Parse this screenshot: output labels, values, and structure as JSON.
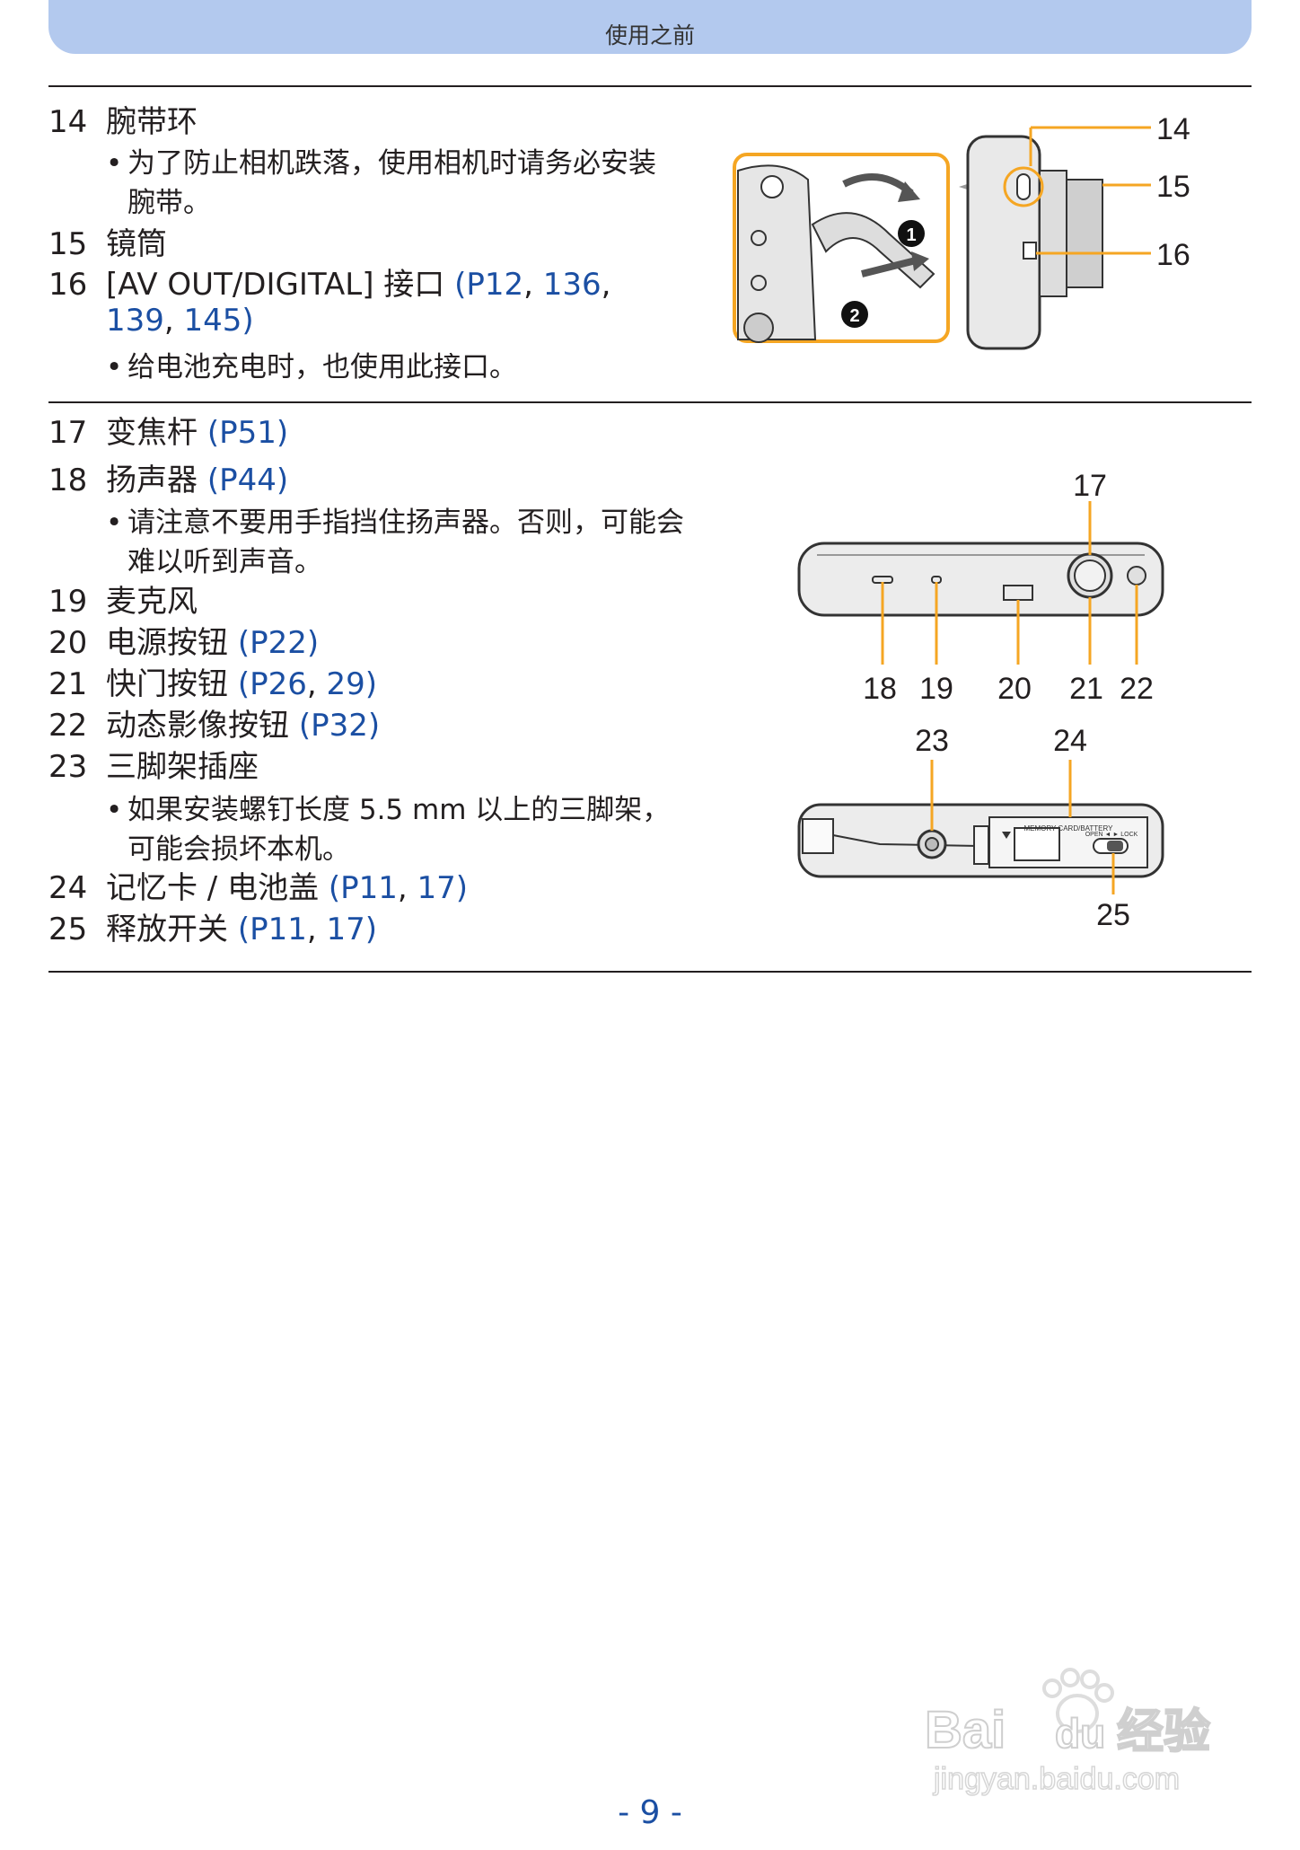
{
  "header": {
    "title": "使用之前"
  },
  "sections": {
    "s1": {
      "i14": {
        "num": "14",
        "label": "腕带环",
        "bullet": "为了防止相机跌落，使用相机时请务必安装腕带。"
      },
      "i15": {
        "num": "15",
        "label": "镜筒"
      },
      "i16": {
        "num": "16",
        "label": "[AV OUT/DIGITAL] 接口",
        "ref_open": "(P12",
        "ref_a": "136",
        "ref_b": "139",
        "ref_c": "145)",
        "bullet": "给电池充电时，也使用此接口。"
      }
    },
    "s2": {
      "i17": {
        "num": "17",
        "label": "变焦杆",
        "ref": "(P51)"
      },
      "i18": {
        "num": "18",
        "label": "扬声器",
        "ref": "(P44)",
        "bullet": "请注意不要用手指挡住扬声器。否则，可能会难以听到声音。"
      },
      "i19": {
        "num": "19",
        "label": "麦克风"
      },
      "i20": {
        "num": "20",
        "label": "电源按钮",
        "ref": "(P22)"
      },
      "i21": {
        "num": "21",
        "label": "快门按钮",
        "ref_a": "(P26",
        "ref_b": "29)"
      },
      "i22": {
        "num": "22",
        "label": "动态影像按钮",
        "ref": "(P32)"
      },
      "i23": {
        "num": "23",
        "label": "三脚架插座",
        "bullet": "如果安装螺钉长度 5.5 mm 以上的三脚架，可能会损坏本机。"
      },
      "i24": {
        "num": "24",
        "label": "记忆卡 / 电池盖",
        "ref_a": "(P11",
        "ref_b": "17)"
      },
      "i25": {
        "num": "25",
        "label": "释放开关",
        "ref_a": "(P11",
        "ref_b": "17)"
      }
    }
  },
  "figure1": {
    "callouts": [
      "14",
      "15",
      "16"
    ],
    "steps": [
      "1",
      "2"
    ]
  },
  "figure2": {
    "top_callout": "17",
    "bottom_callouts": [
      "18",
      "19",
      "20",
      "21",
      "22"
    ]
  },
  "figure3": {
    "top_callouts": [
      "23",
      "24"
    ],
    "bottom_callout": "25",
    "cover_text": "MEMORY CARD/BATTERY",
    "switch_text": "OPEN ◄ ► LOCK"
  },
  "page": {
    "number": "- 9 -"
  },
  "watermark": {
    "brand": "Bai",
    "brand2": "du",
    "brand3": "经验",
    "url": "jingyan.baidu.com"
  },
  "colors": {
    "accent_blue": "#1b4fa3",
    "header_blue": "#b3c9ee",
    "highlight_orange": "#f5a623"
  }
}
